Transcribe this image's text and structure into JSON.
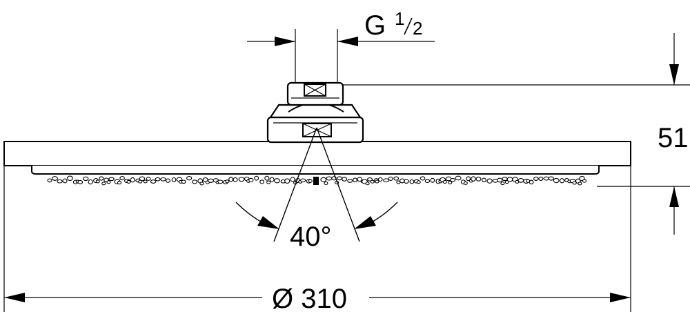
{
  "dimensions": {
    "thread": {
      "prefix": "G",
      "numerator": "1",
      "denominator": "2"
    },
    "height": "51",
    "angle": "40°",
    "diameter": "Ø 310"
  }
}
